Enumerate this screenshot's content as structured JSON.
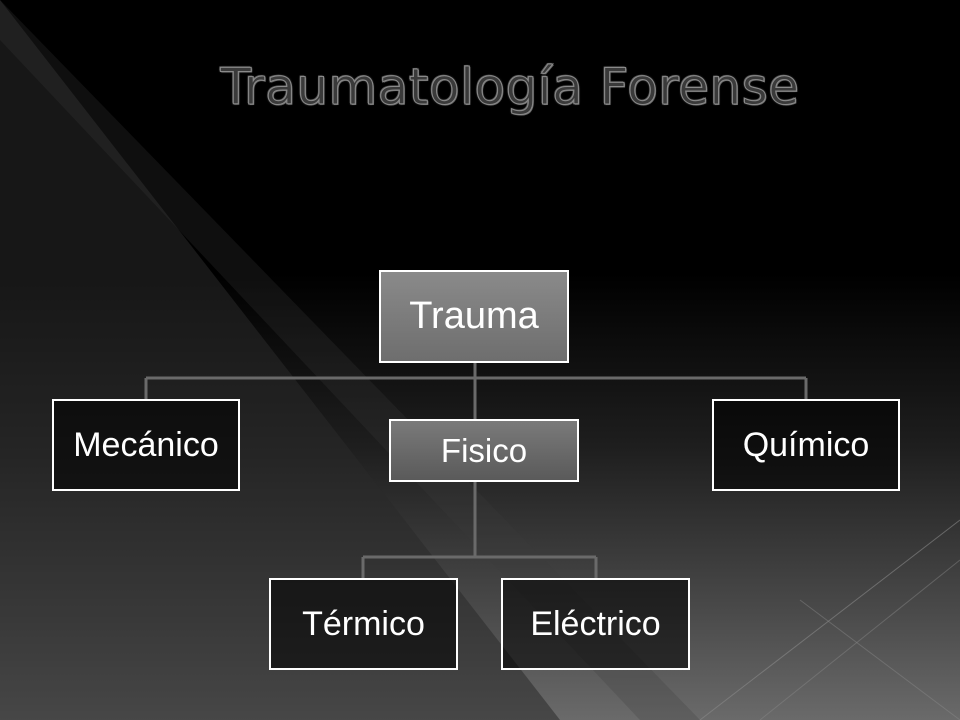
{
  "title": "Traumatología Forense",
  "diagram": {
    "root": "Trauma",
    "level1": [
      "Mecánico",
      "Fisico",
      "Químico"
    ],
    "fisico_children": [
      "Térmico",
      "Eléctrico"
    ]
  },
  "colors": {
    "background": "#000000",
    "node_border": "#ffffff",
    "root_fill": "#7c7c7c",
    "text": "#ffffff",
    "connector": "#6a6a6a"
  }
}
